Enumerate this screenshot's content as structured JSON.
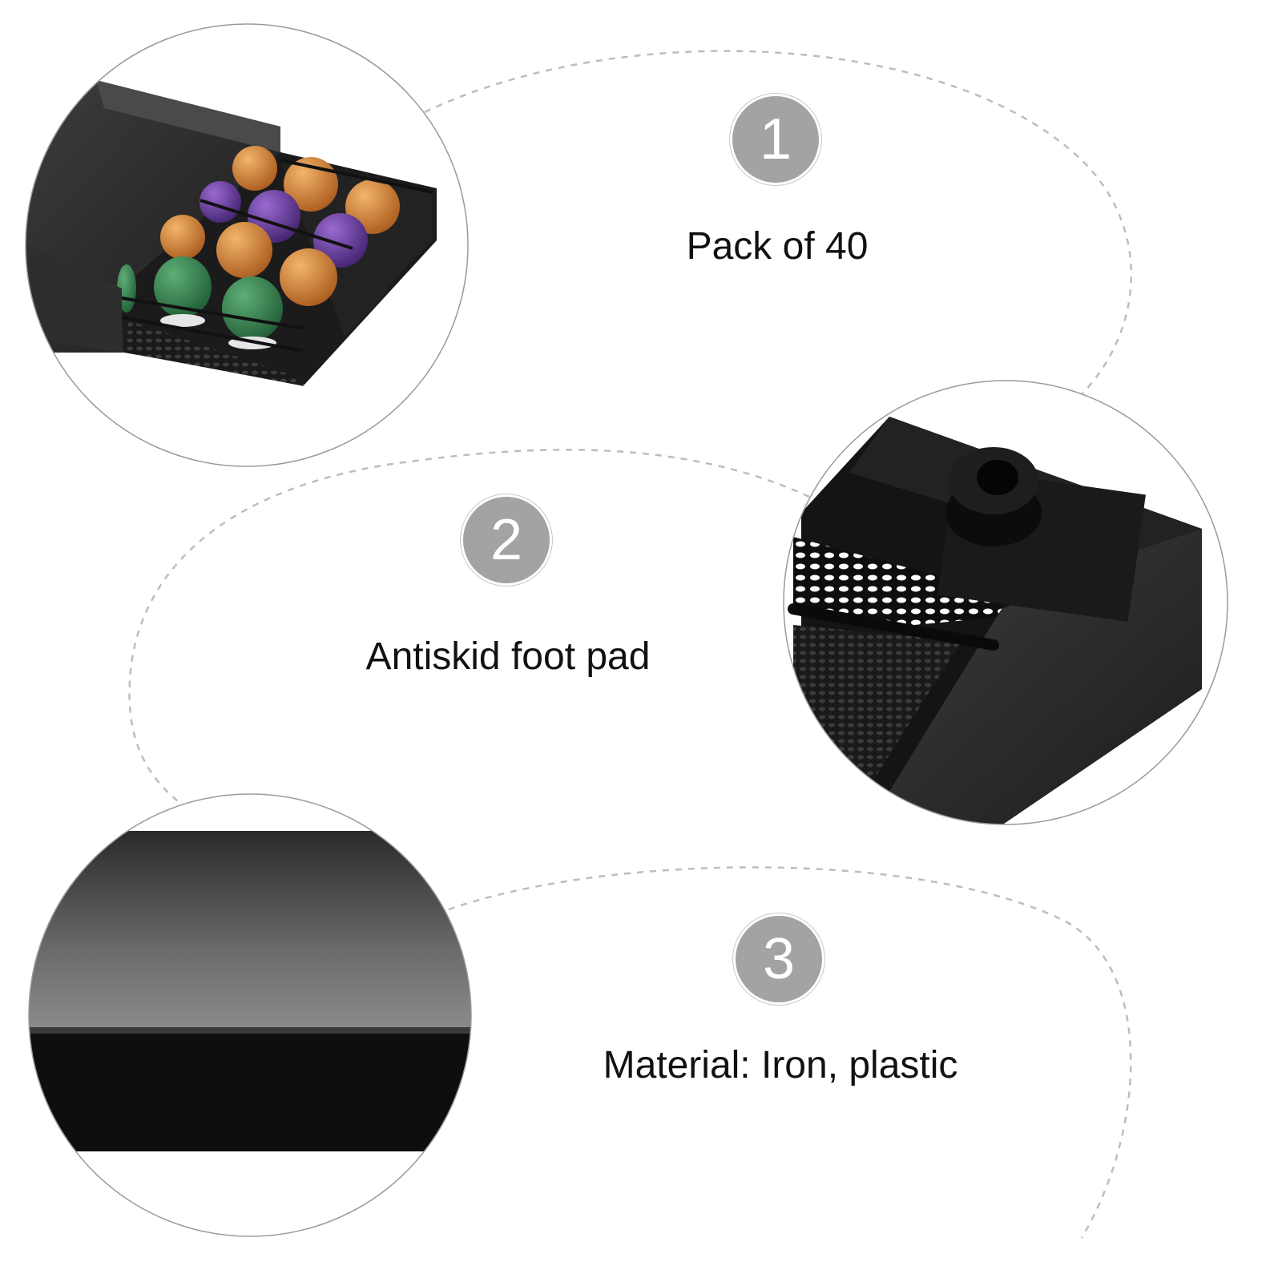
{
  "features": [
    {
      "number": "1",
      "text": "Pack of 40"
    },
    {
      "number": "2",
      "text": "Antiskid foot pad"
    },
    {
      "number": "3",
      "text": "Material: Iron, plastic"
    }
  ],
  "colors": {
    "badge": "#a3a3a3",
    "text": "#111111",
    "dashed_line": "#bdbdbd",
    "product": "#1c1c1c"
  }
}
